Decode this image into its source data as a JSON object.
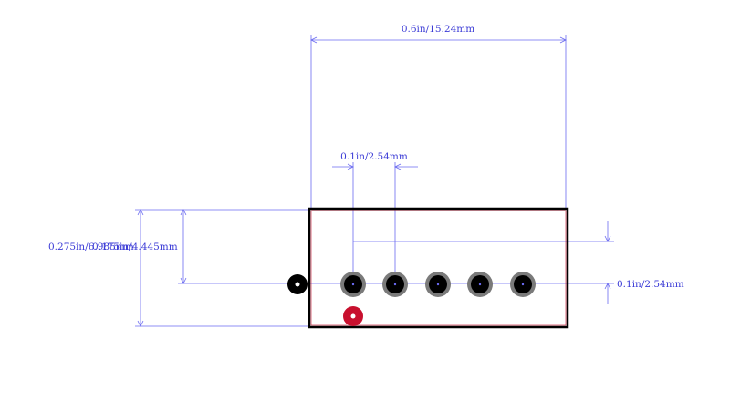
{
  "dimensions": {
    "top_width": "0.6in/15.24mm",
    "pitch": "0.1in/2.54mm",
    "left_height_outer": "0.275in/6.985mm",
    "left_height_inner": "0.175in/4.445mm",
    "right_pitch": "0.1in/2.54mm"
  },
  "colors": {
    "dimension": "#3b3bd6",
    "outline": "#000000",
    "pad_ring": "#7a7a7a",
    "pad_center": "#000000",
    "pin1_marker": "#c8102e",
    "polarity_dot": "#000000"
  },
  "pads": {
    "count": 5
  }
}
